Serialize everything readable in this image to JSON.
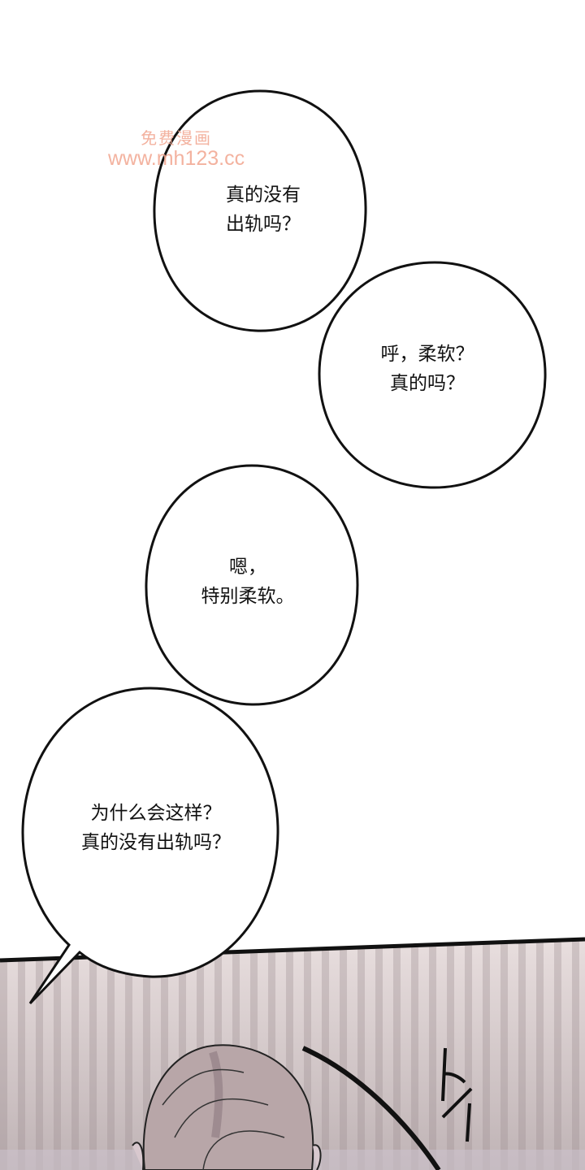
{
  "watermark": {
    "line1": "免费漫画",
    "line2": "www.mh123.cc"
  },
  "bubbles": [
    {
      "lines": [
        "真的没有",
        "出轨吗？"
      ]
    },
    {
      "lines": [
        "呼，柔软？",
        "真的吗？"
      ]
    },
    {
      "lines": [
        "嗯，",
        "特别柔软。"
      ]
    },
    {
      "lines": [
        "为什么会这样？",
        "真的没有出轨吗？"
      ]
    }
  ],
  "colors": {
    "panel_bg": "#c9bcbc",
    "hair": "#b9a6a6",
    "ink": "#111111",
    "watermark": "#f2a58f"
  }
}
